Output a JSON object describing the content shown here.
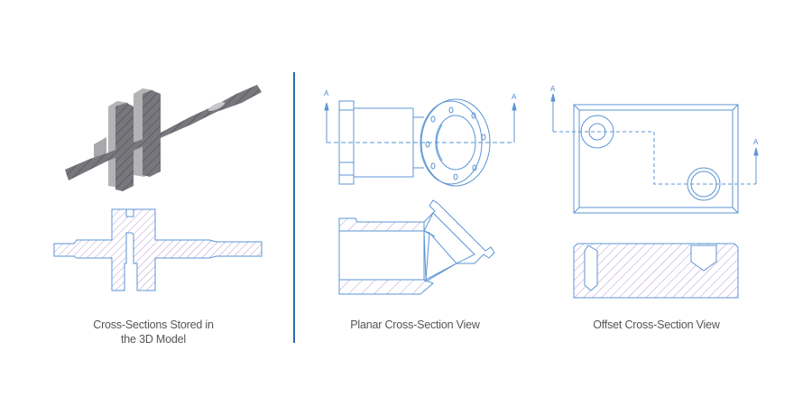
{
  "colors": {
    "outline": "#5b95d6",
    "hatch": "#b79bd1",
    "divider": "#2e6bb0",
    "caption": "#555555",
    "solid_fill": "#7a7a7e",
    "solid_light": "#b3b3b6"
  },
  "panels": [
    {
      "id": "stored",
      "caption_line1": "Cross-Sections Stored in",
      "caption_line2": "the 3D Model",
      "figures": [
        "3d-crankshaft-section-render",
        "2d-crankshaft-hatched-section"
      ]
    },
    {
      "id": "planar",
      "caption_line1": "Planar Cross-Section View",
      "section_label_left": "A",
      "section_label_right": "A",
      "figures": [
        "flanged-pipe-elevation",
        "flanged-pipe-planar-section"
      ]
    },
    {
      "id": "offset",
      "caption_line1": "Offset Cross-Section View",
      "section_label_left": "A",
      "section_label_right": "A",
      "figures": [
        "plate-top-view-offset-line",
        "plate-offset-section"
      ]
    }
  ]
}
